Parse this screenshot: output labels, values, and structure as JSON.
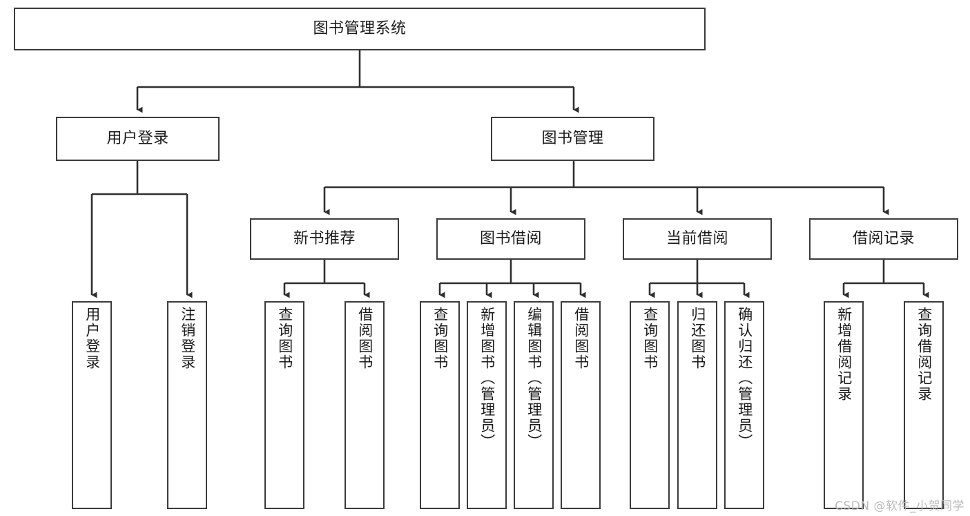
{
  "diagram": {
    "title": "图书管理系统",
    "watermark": "CSDN @软件_小贺同学",
    "colors": {
      "box_border": "#3b3b3b",
      "box_fill": "#ffffff",
      "connector": "#2f2f2f",
      "text": "#1a1a1a",
      "watermark": "#b9b9b9"
    },
    "root": {
      "label": "图书管理系统"
    },
    "level2": [
      {
        "label": "用户登录"
      },
      {
        "label": "图书管理"
      }
    ],
    "level3": [
      {
        "label": "新书推荐"
      },
      {
        "label": "图书借阅"
      },
      {
        "label": "当前借阅"
      },
      {
        "label": "借阅记录"
      }
    ],
    "leaves": {
      "user_login": [
        {
          "label": "用户登录"
        },
        {
          "label": "注销登录"
        }
      ],
      "new_book_recommend": [
        {
          "label": "查询图书"
        },
        {
          "label": "借阅图书"
        }
      ],
      "book_borrow": [
        {
          "label": "查询图书"
        },
        {
          "label": "新增图书（管理员）"
        },
        {
          "label": "编辑图书（管理员）"
        },
        {
          "label": "借阅图书"
        }
      ],
      "current_borrow": [
        {
          "label": "查询图书"
        },
        {
          "label": "归还图书"
        },
        {
          "label": "确认归还（管理员）"
        }
      ],
      "borrow_record": [
        {
          "label": "新增借阅记录"
        },
        {
          "label": "查询借阅记录"
        }
      ]
    }
  }
}
